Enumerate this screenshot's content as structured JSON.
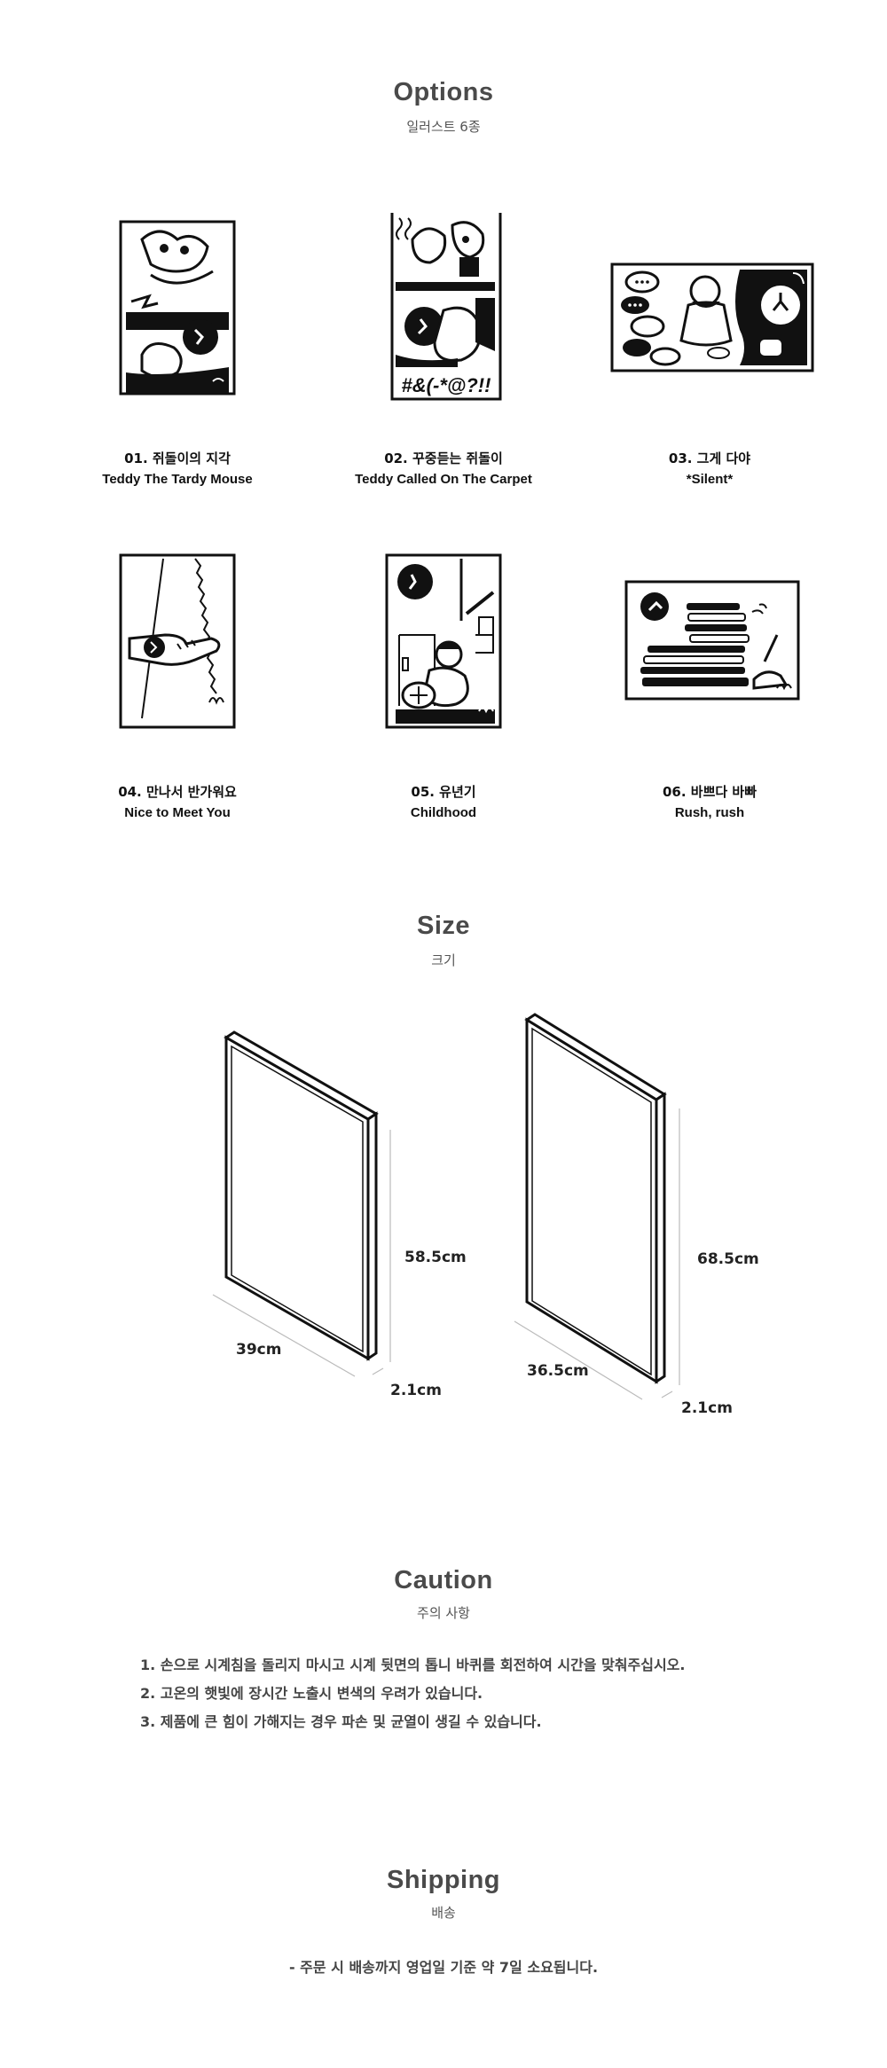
{
  "options": {
    "title": "Options",
    "subtitle": "일러스트 6종",
    "items": [
      {
        "kr": "01. 쥐돌이의 지각",
        "en": "Teddy The Tardy Mouse",
        "icon": "tardy-mouse-illustration"
      },
      {
        "kr": "02. 꾸중듣는 쥐돌이",
        "en": "Teddy Called On The Carpet",
        "icon": "scolded-mouse-illustration",
        "art_text": "#&(-*@?!!"
      },
      {
        "kr": "03. 그게 다야",
        "en": "*Silent*",
        "icon": "silent-illustration"
      },
      {
        "kr": "04. 만나서 반가워요",
        "en": "Nice to Meet You",
        "icon": "handshake-illustration"
      },
      {
        "kr": "05. 유년기",
        "en": "Childhood",
        "icon": "childhood-illustration"
      },
      {
        "kr": "06. 바쁘다 바빠",
        "en": "Rush, rush",
        "icon": "rush-illustration"
      }
    ]
  },
  "size": {
    "title": "Size",
    "subtitle": "크기",
    "small": {
      "height": "58.5cm",
      "width": "39cm",
      "depth": "2.1cm"
    },
    "large": {
      "height": "68.5cm",
      "width": "36.5cm",
      "depth": "2.1cm"
    }
  },
  "caution": {
    "title": "Caution",
    "subtitle": "주의 사항",
    "items": [
      "1. 손으로 시계침을 돌리지 마시고 시계 뒷면의 톱니 바퀴를 회전하여 시간을 맞춰주십시오.",
      "2. 고온의 햇빛에 장시간 노출시 변색의 우려가 있습니다.",
      "3. 제품에 큰 힘이 가해지는 경우 파손 및 균열이 생길 수 있습니다."
    ]
  },
  "shipping": {
    "title": "Shipping",
    "subtitle": "배송",
    "note": "- 주문 시 배송까지 영업일 기준 약 7일 소요됩니다."
  }
}
